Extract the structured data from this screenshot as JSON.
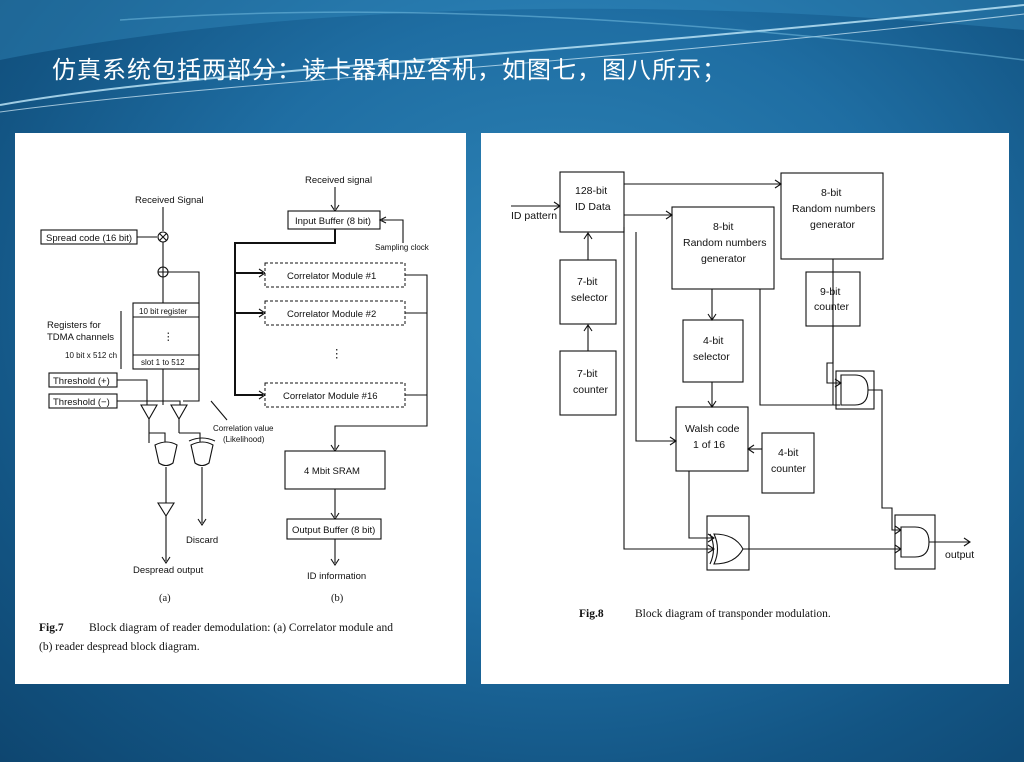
{
  "slide": {
    "title": "仿真系统包括两部分：读卡器和应答机，如图七，图八所示；"
  },
  "fig7": {
    "left": {
      "received_signal": "Received Signal",
      "spread_code": "Spread code (16 bit)",
      "register_top": "10 bit register",
      "register_dots": "⋮",
      "register_bottom": "slot 1 to 512",
      "registers_label_1": "Registers for",
      "registers_label_2": "TDMA channels",
      "registers_label_3": "10 bit x 512 ch",
      "threshold_plus": "Threshold (+)",
      "threshold_minus": "Threshold (−)",
      "correlation_1": "Correlation value",
      "correlation_2": "(Likelihood)",
      "discard": "Discard",
      "despread_output": "Despread output",
      "sublabel": "(a)"
    },
    "right": {
      "received_signal": "Received signal",
      "input_buffer": "Input Buffer (8 bit)",
      "sampling_clock": "Sampling clock",
      "module_1": "Correlator Module #1",
      "module_2": "Correlator Module #2",
      "dots": "⋮",
      "module_16": "Correlator Module #16",
      "sram": "4 Mbit SRAM",
      "output_buffer": "Output Buffer (8 bit)",
      "id_information": "ID information",
      "sublabel": "(b)"
    },
    "caption_label": "Fig.7",
    "caption_text_1": "Block diagram of reader demodulation: (a) Correlator module and",
    "caption_text_2": "(b) reader despread block diagram."
  },
  "fig8": {
    "id_pattern": "ID pattern",
    "id_data_1": "128-bit",
    "id_data_2": "ID Data",
    "selector7_1": "7-bit",
    "selector7_2": "selector",
    "counter7_1": "7-bit",
    "counter7_2": "counter",
    "rng_mid_1": "8-bit",
    "rng_mid_2": "Random numbers",
    "rng_mid_3": "generator",
    "rng_top_1": "8-bit",
    "rng_top_2": "Random numbers",
    "rng_top_3": "generator",
    "counter9_1": "9-bit",
    "counter9_2": "counter",
    "selector4_1": "4-bit",
    "selector4_2": "selector",
    "walsh_1": "Walsh code",
    "walsh_2": "1 of 16",
    "counter4_1": "4-bit",
    "counter4_2": "counter",
    "output": "output",
    "caption_label": "Fig.8",
    "caption_text": "Block diagram of transponder modulation."
  }
}
